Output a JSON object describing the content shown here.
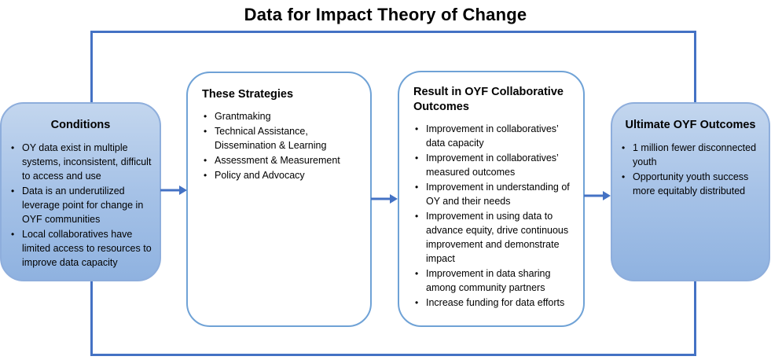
{
  "title": "Data for Impact Theory of Change",
  "colors": {
    "frame": "#4472c4",
    "box_border": "#5b9bd5",
    "box_fill_top": "#c3d6ee",
    "box_fill_bottom": "#8fb2e0",
    "arrow": "#4472c4"
  },
  "conditions": {
    "title": "Conditions",
    "items": [
      "OY data exist in multiple systems, inconsistent, difficult to access and use",
      "Data is an underutilized leverage point for change in OYF communities",
      "Local collaboratives have limited access to resources to improve data capacity"
    ]
  },
  "strategies": {
    "title": "These Strategies",
    "items": [
      "Grantmaking",
      "Technical Assistance, Dissemination & Learning",
      "Assessment & Measurement",
      "Policy and Advocacy"
    ]
  },
  "results": {
    "title": "Result in OYF Collaborative Outcomes",
    "items": [
      "Improvement in collaboratives’ data capacity",
      "Improvement in collaboratives’ measured outcomes",
      "Improvement in understanding of OY and their needs",
      "Improvement in using data to advance equity, drive continuous improvement and demonstrate impact",
      "Improvement in data sharing among community partners",
      "Increase funding for data efforts"
    ]
  },
  "ultimate": {
    "title": "Ultimate OYF Outcomes",
    "items": [
      "1 million fewer disconnected youth",
      "Opportunity youth success more equitably distributed"
    ]
  }
}
